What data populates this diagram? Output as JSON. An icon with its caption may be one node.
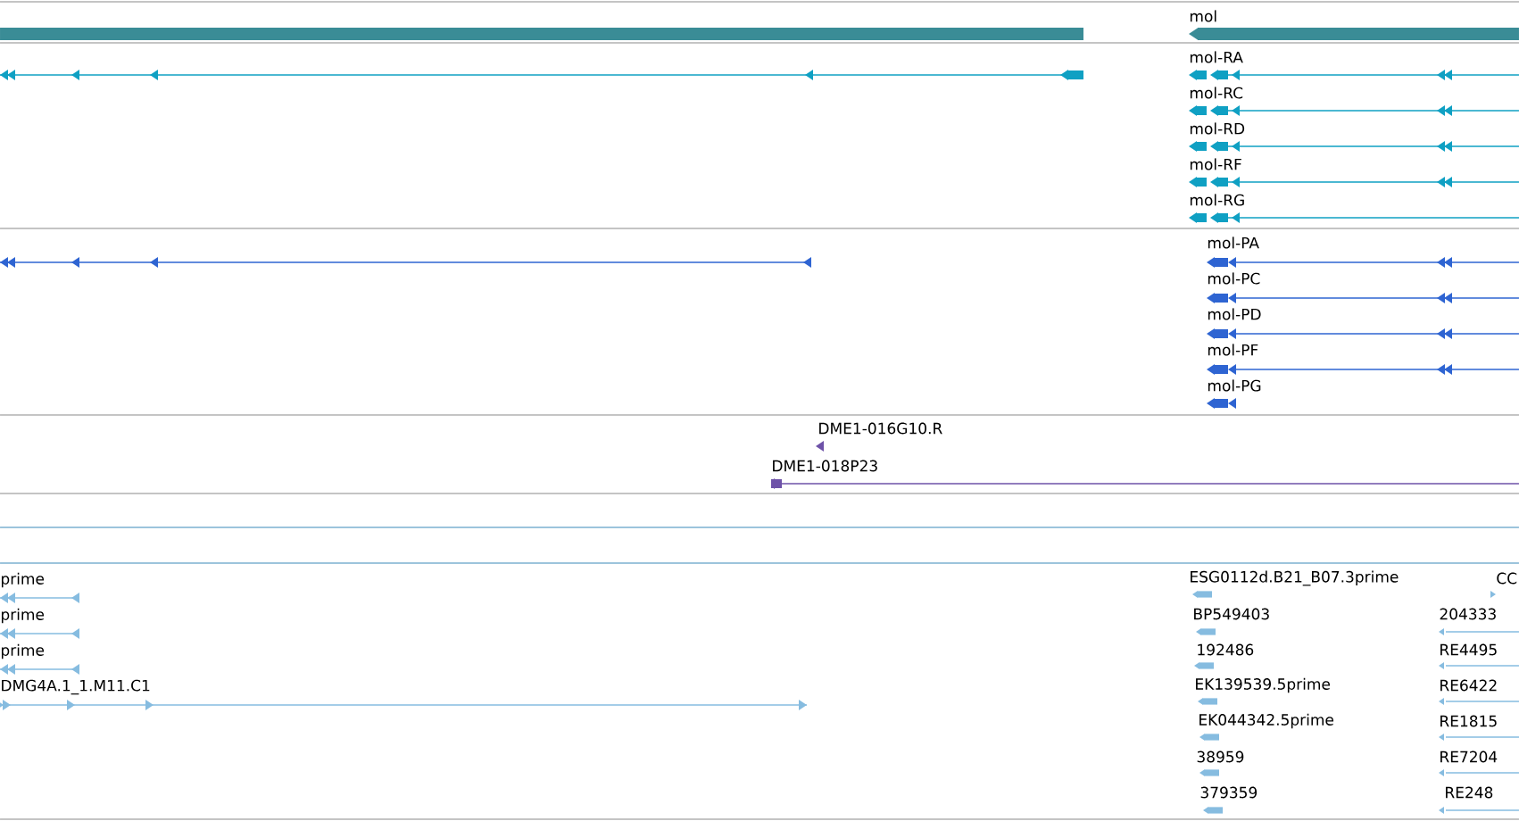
{
  "diagram": {
    "labels": [
      "mol",
      "mol-RA",
      "mol-RC",
      "mol-RD",
      "mol-RF",
      "mol-RG",
      "mol-PA",
      "mol-PC",
      "mol-PD",
      "mol-PF",
      "mol-PG",
      "DME1-016G10.R",
      "DME1-018P23",
      "prime",
      "ESG0112d.B21_B07.3prime",
      "CC",
      "prime",
      "BP549403",
      "204333",
      "prime",
      "192486",
      "RE4495",
      "DMG4A.1_1.M11.C1",
      "EK139539.5prime",
      "RE6422",
      "EK044342.5prime",
      "RE1815",
      "38959",
      "RE7204",
      "379359",
      "RE248"
    ]
  }
}
